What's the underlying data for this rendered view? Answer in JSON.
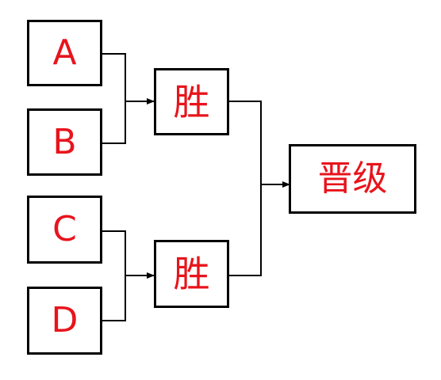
{
  "colors": {
    "text": "#e8141c",
    "border": "#000000",
    "connector": "#000000"
  },
  "teams": [
    {
      "label": "A"
    },
    {
      "label": "B"
    },
    {
      "label": "C"
    },
    {
      "label": "D"
    }
  ],
  "winners": [
    {
      "label": "胜"
    },
    {
      "label": "胜"
    }
  ],
  "final": {
    "label": "晋级"
  }
}
